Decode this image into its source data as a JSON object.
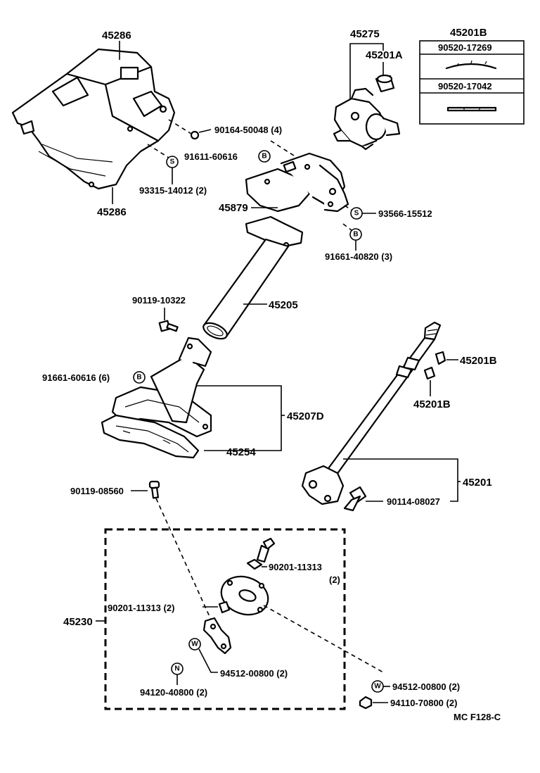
{
  "labels": {
    "cover_upper": "45286",
    "cover_lower": "45286",
    "screw_cover": "90164-50048 (4)",
    "bolt_b_top": "91611-60616",
    "screw_s_cover": "93315-14012 (2)",
    "lock_set": "45275",
    "shaft_bushing_a": "45201A",
    "kit_box": "45201B",
    "kit_item_1": "90520-17269",
    "kit_item_2": "90520-17042",
    "bracket": "45879",
    "screw_s_bracket": "93566-15512",
    "bolt_b_bracket": "91661-40820 (3)",
    "column_tube": "45205",
    "bolt_column": "90119-10322",
    "bolt_b_plate": "91661-60616 (6)",
    "hole_cover": "45207D",
    "gasket": "45254",
    "bushing_b_1": "45201B",
    "bushing_b_2": "45201B",
    "main_shaft": "45201",
    "bolt_shaft": "90114-08027",
    "bolt_joint": "90119-08560",
    "joint_assy": "45230",
    "pin_right_1": "90201-11313",
    "pin_right_2": "(2)",
    "pin_left": "90201-11313 (2)",
    "washer_w_left": "94512-00800 (2)",
    "nut_n": "94120-40800 (2)",
    "washer_w_right": "94512-00800 (2)",
    "nut_right": "94110-70800 (2)",
    "figure_code": "MC F128-C"
  },
  "symbols": {
    "b": "B",
    "s": "S",
    "w": "W",
    "n": "N"
  }
}
